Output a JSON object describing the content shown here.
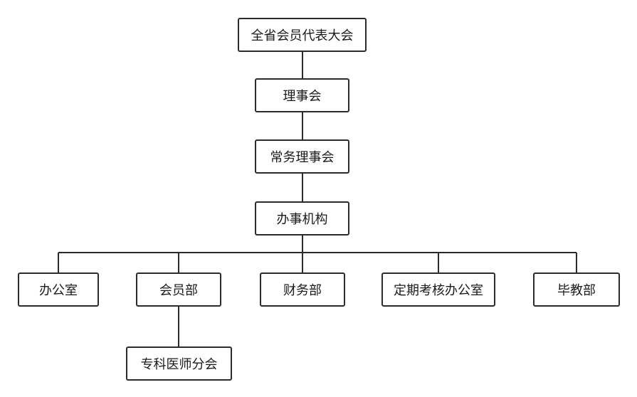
{
  "nodes": {
    "congress": "全省会员代表大会",
    "council": "理事会",
    "standing_council": "常务理事会",
    "executive_office": "办事机构",
    "general_office": "办公室",
    "membership_dept": "会员部",
    "finance_dept": "财务部",
    "assessment_office": "定期考核办公室",
    "graduate_education_dept": "毕教部",
    "specialist_branch": "专科医师分会"
  }
}
